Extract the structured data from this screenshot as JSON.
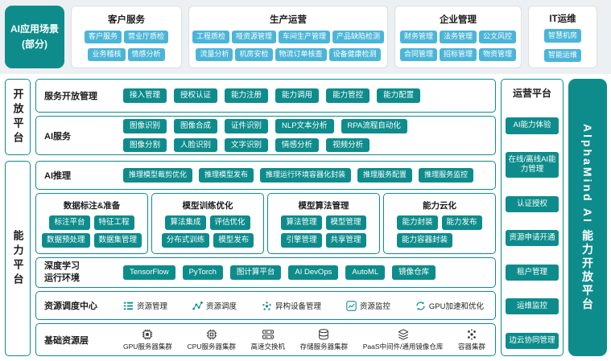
{
  "colors": {
    "teal": "#0E8C8C",
    "chip_blue": "#4BB5D8",
    "band_bg": "#EDF0F3",
    "text_dark": "#1B1B1B",
    "panel_border": "#0E8C8C"
  },
  "scenarios": {
    "label1": "AI应用场景",
    "label2": "(部分)",
    "customer": {
      "title": "客户服务",
      "b1": "客户服务",
      "b2": "营业厅质检",
      "b3": "业务稽核",
      "b4": "情感分析"
    },
    "production": {
      "title": "生产运营",
      "b1": "工程质检",
      "b2": "哑资源管理",
      "b3": "车间生产管理",
      "b4": "产品缺陷检测",
      "b5": "流量分析",
      "b6": "机房安检",
      "b7": "物流订单核查",
      "b8": "设备健康检测"
    },
    "enterprise": {
      "title": "企业管理",
      "b1": "财务管理",
      "b2": "法务管理",
      "b3": "公文风控",
      "b4": "合同管理",
      "b5": "招标管理",
      "b6": "物资管理"
    },
    "it_ops": {
      "title": "IT运维",
      "b1": "智慧机房",
      "b2": "智能运维"
    }
  },
  "open": {
    "label": "开放平台",
    "service": {
      "title": "服务开放管理",
      "b1": "接入管理",
      "b2": "授权认证",
      "b3": "能力注册",
      "b4": "能力调用",
      "b5": "能力管控",
      "b6": "能力配置"
    },
    "ai": {
      "title": "AI服务",
      "b1": "图像识别",
      "b2": "图像合成",
      "b3": "证件识别",
      "b4": "NLP文本分析",
      "b5": "RPA流程自动化",
      "b6": "图像分割",
      "b7": "人脸识别",
      "b8": "文字识别",
      "b9": "情感分析",
      "b10": "视频分析"
    }
  },
  "cap": {
    "label": "能力平台",
    "inference": {
      "title": "AI推理",
      "b1": "推理模型裁剪优化",
      "b2": "推理模型发布",
      "b3": "推理运行环境容器化封装",
      "b4": "推理服务配置",
      "b5": "推理服务监控"
    },
    "data_prep": {
      "title": "数据标注&准备",
      "b1": "标注平台",
      "b2": "特征工程",
      "b3": "数据预处理",
      "b4": "数据集管理"
    },
    "training": {
      "title": "模型训练优化",
      "b1": "算法集成",
      "b2": "评估优化",
      "b3": "分布式训练",
      "b4": "模型发布"
    },
    "algo": {
      "title": "模型算法管理",
      "b1": "算法管理",
      "b2": "模型管理",
      "b3": "引擎管理",
      "b4": "共享管理"
    },
    "cloud": {
      "title": "能力云化",
      "b1": "能力封装",
      "b2": "能力发布",
      "b3": "能力容器封装"
    },
    "dl": {
      "l1": "深度学习",
      "l2": "运行环境",
      "b1": "TensorFlow",
      "b2": "PyTorch",
      "b3": "图计算平台",
      "b4": "AI DevOps",
      "b5": "AutoML",
      "b6": "镜像仓库"
    },
    "sched": {
      "title": "资源调度中心",
      "i1": "资源管理",
      "i2": "资源调度",
      "i3": "异构设备管理",
      "i4": "资源监控",
      "i5": "GPU加速和优化"
    },
    "base": {
      "title": "基础资源层",
      "i1": "GPU服务器集群",
      "i2": "CPU服务器集群",
      "i3": "高速交换机",
      "i4": "存储服务器集群",
      "i5": "PaaS中间件/通用镜像仓库",
      "i6": "容器集群"
    }
  },
  "ops": {
    "title": "运营平台",
    "b1": "AI能力体验",
    "b2": "在线/离线AI能力管理",
    "b3": "认证授权",
    "b4": "资源申请开通",
    "b5": "租户管理",
    "b6": "运维监控",
    "b7": "边云协同管理"
  },
  "brand": {
    "text": "AlphaMind AI 能力开放平台"
  },
  "icons": {
    "resource_mgmt": "list-icon",
    "resource_sched": "network-nodes-icon",
    "hetero_device": "dots-cluster-icon",
    "resource_monitor": "line-chart-icon",
    "gpu_accel": "cycle-arrows-icon",
    "gpu_cluster": "gpu-chip-icon",
    "cpu_cluster": "cpu-chip-icon",
    "switch": "switch-rack-icon",
    "storage": "database-icon",
    "paas": "layers-icon",
    "container": "container-dots-icon"
  }
}
